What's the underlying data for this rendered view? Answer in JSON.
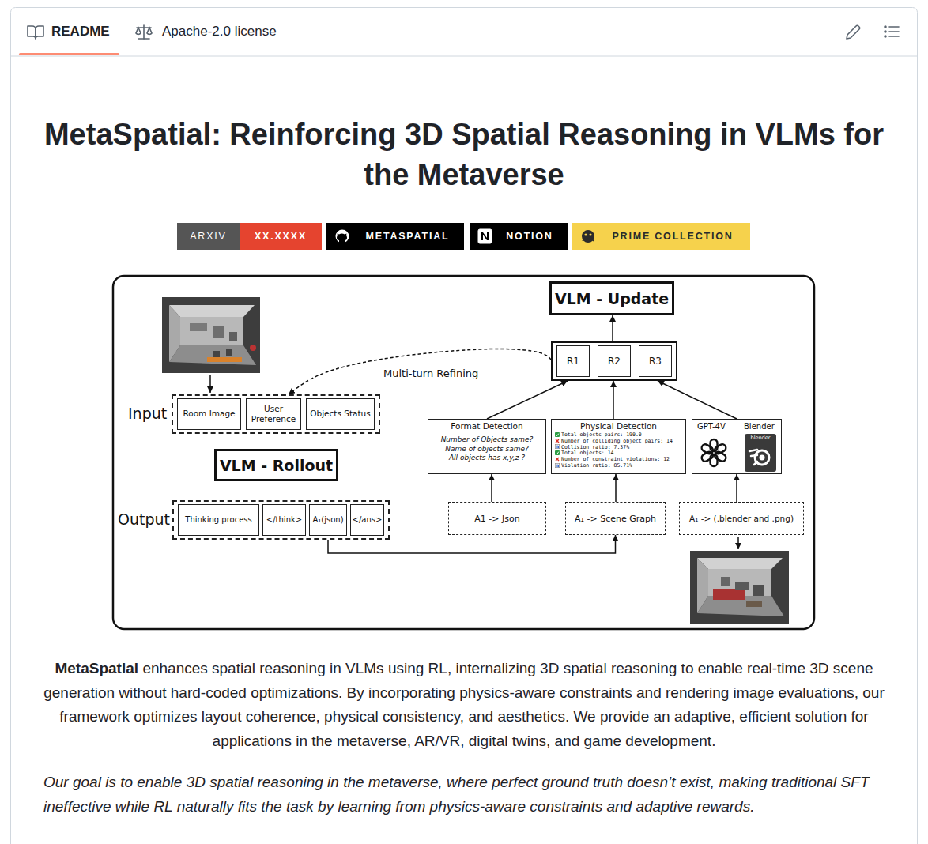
{
  "diagram": {
    "title": "MetaSpatial: Reinforcing 3D Spatial Reasoning in VLMs for the Metaverse",
    "nodes": [
      {
        "text": [
          "Input"
        ]
      },
      {
        "text": [
          "Room Image"
        ],
        "in": 0
      },
      {
        "text": [
          "User Preference"
        ],
        "in": 0
      },
      {
        "text": [
          "Objects Status"
        ],
        "in": 0
      },
      {
        "text": [
          "VLM - Rollout"
        ]
      },
      {
        "text": [
          "Output"
        ]
      },
      {
        "text": [
          "Thinking process"
        ],
        "in": 5
      },
      {
        "text": [
          "</think>"
        ],
        "in": 5
      },
      {
        "text": [
          "A₁(json)"
        ],
        "in": 5
      },
      {
        "text": [
          "</ans>"
        ],
        "in": 5
      },
      {
        "text": [
          "VLM - Update"
        ]
      },
      {
        "text": []
      },
      {
        "text": [
          "R1"
        ],
        "in": 11
      },
      {
        "text": [
          "R2"
        ],
        "in": 11
      },
      {
        "text": [
          "R3"
        ],
        "in": 11
      },
      {
        "text": [
          "Format Detection",
          "Number of Objects same?",
          "Name of objects same?",
          "All objects has x,y,z ?"
        ]
      },
      {
        "text": [
          "Physical Detection",
          "Total objects pairs: 190.0",
          "Number of colliding object pairs: 14",
          "Collision ratio: 7.37%",
          "Total objects: 14",
          "Number of constraint violations: 12",
          "Violation ratio: 85.71%"
        ]
      },
      {
        "text": [
          "GPT-4V",
          "Blender"
        ]
      },
      {
        "text": [
          "A1 -> Json"
        ]
      },
      {
        "text": [
          "A₁ -> Scene Graph"
        ]
      },
      {
        "text": [
          "A₁ -> (.blender and .png)"
        ]
      }
    ],
    "edges": [
      {
        "from": 8,
        "to": 19,
        "arrow": "to"
      },
      {
        "from": 18,
        "to": 15,
        "arrow": "to"
      },
      {
        "from": 19,
        "to": 16,
        "arrow": "to"
      },
      {
        "from": 20,
        "to": 17,
        "arrow": "to"
      },
      {
        "from": 15,
        "to": 11,
        "arrow": "to"
      },
      {
        "from": 16,
        "to": 11,
        "arrow": "to"
      },
      {
        "from": 17,
        "to": 11,
        "arrow": "to"
      },
      {
        "from": 11,
        "to": 10,
        "arrow": "to"
      },
      {
        "from": 11,
        "to": 0,
        "arrow": "to",
        "label": "Multi-turn Refining"
      }
    ],
    "labels": [
      "README",
      "Apache-2.0 license",
      "ARXIV",
      "XX.XXXX",
      "METASPATIAL",
      "NOTION",
      "PRIME COLLECTION",
      "blender",
      "MetaSpatial",
      "enhances spatial reasoning in VLMs using RL, internalizing 3D spatial reasoning to enable real-time 3D scene generation without hard-coded optimizations. By incorporating physics-aware constraints and rendering image evaluations, our framework optimizes layout coherence, physical consistency, and aesthetics. We provide an adaptive, efficient solution for applications in the metaverse, AR/VR, digital twins, and game development.",
      "Our goal is to enable 3D spatial reasoning in the metaverse, where perfect ground truth doesn’t exist, making traditional SFT ineffective while RL naturally fits the task by learning from physics-aware constraints and adaptive rewards."
    ]
  }
}
